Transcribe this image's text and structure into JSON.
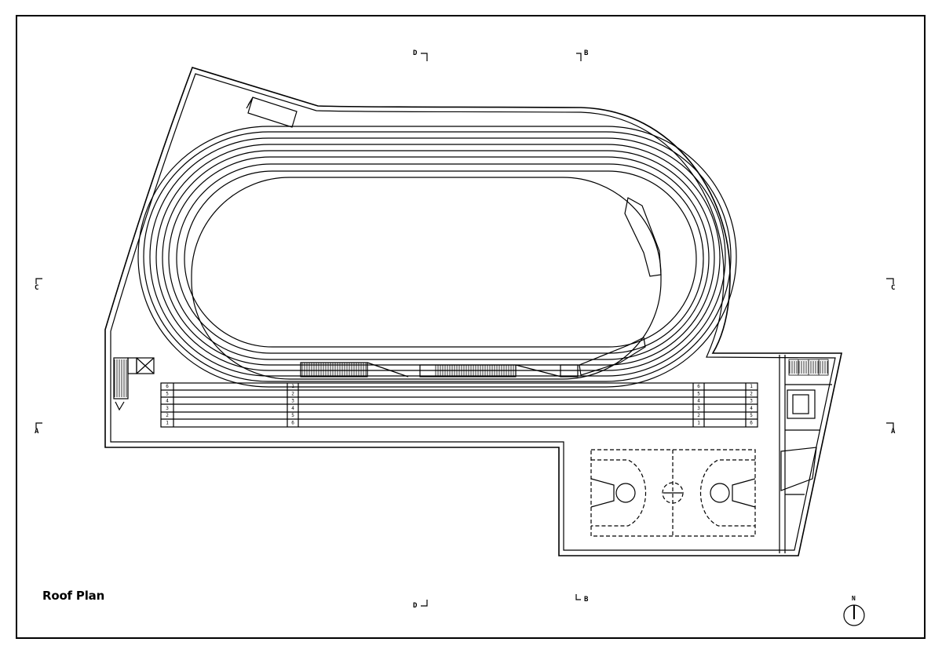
{
  "drawing": {
    "title": "Roof Plan",
    "north_label": "N",
    "section_markers": {
      "a_left": "A",
      "a_right": "A",
      "b_top": "B",
      "b_bottom": "B",
      "c_left": "C",
      "c_right": "C",
      "d_top": "D",
      "d_bottom": "D"
    },
    "lane_numbers": [
      "1",
      "2",
      "3",
      "4",
      "5",
      "6"
    ]
  }
}
